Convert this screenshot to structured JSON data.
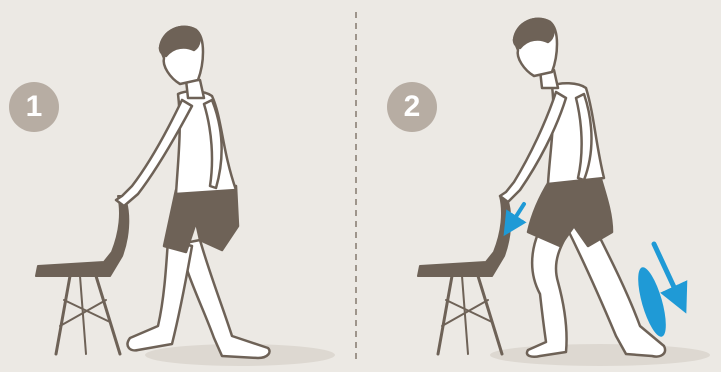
{
  "steps": [
    {
      "number": "1"
    },
    {
      "number": "2"
    }
  ],
  "colors": {
    "background": "#ece9e4",
    "badge": "#b7ada3",
    "figure_fill": "#ffffff",
    "outline": "#6e6257",
    "chair": "#6e6257",
    "shorts": "#6e6257",
    "floor_shadow": "#ddd8d1",
    "divider": "#9e958b",
    "highlight": "#1f9ad6"
  },
  "icons": [
    "number-badge",
    "chair-illustration",
    "person-illustration",
    "muscle-highlight",
    "down-arrow-icon"
  ]
}
